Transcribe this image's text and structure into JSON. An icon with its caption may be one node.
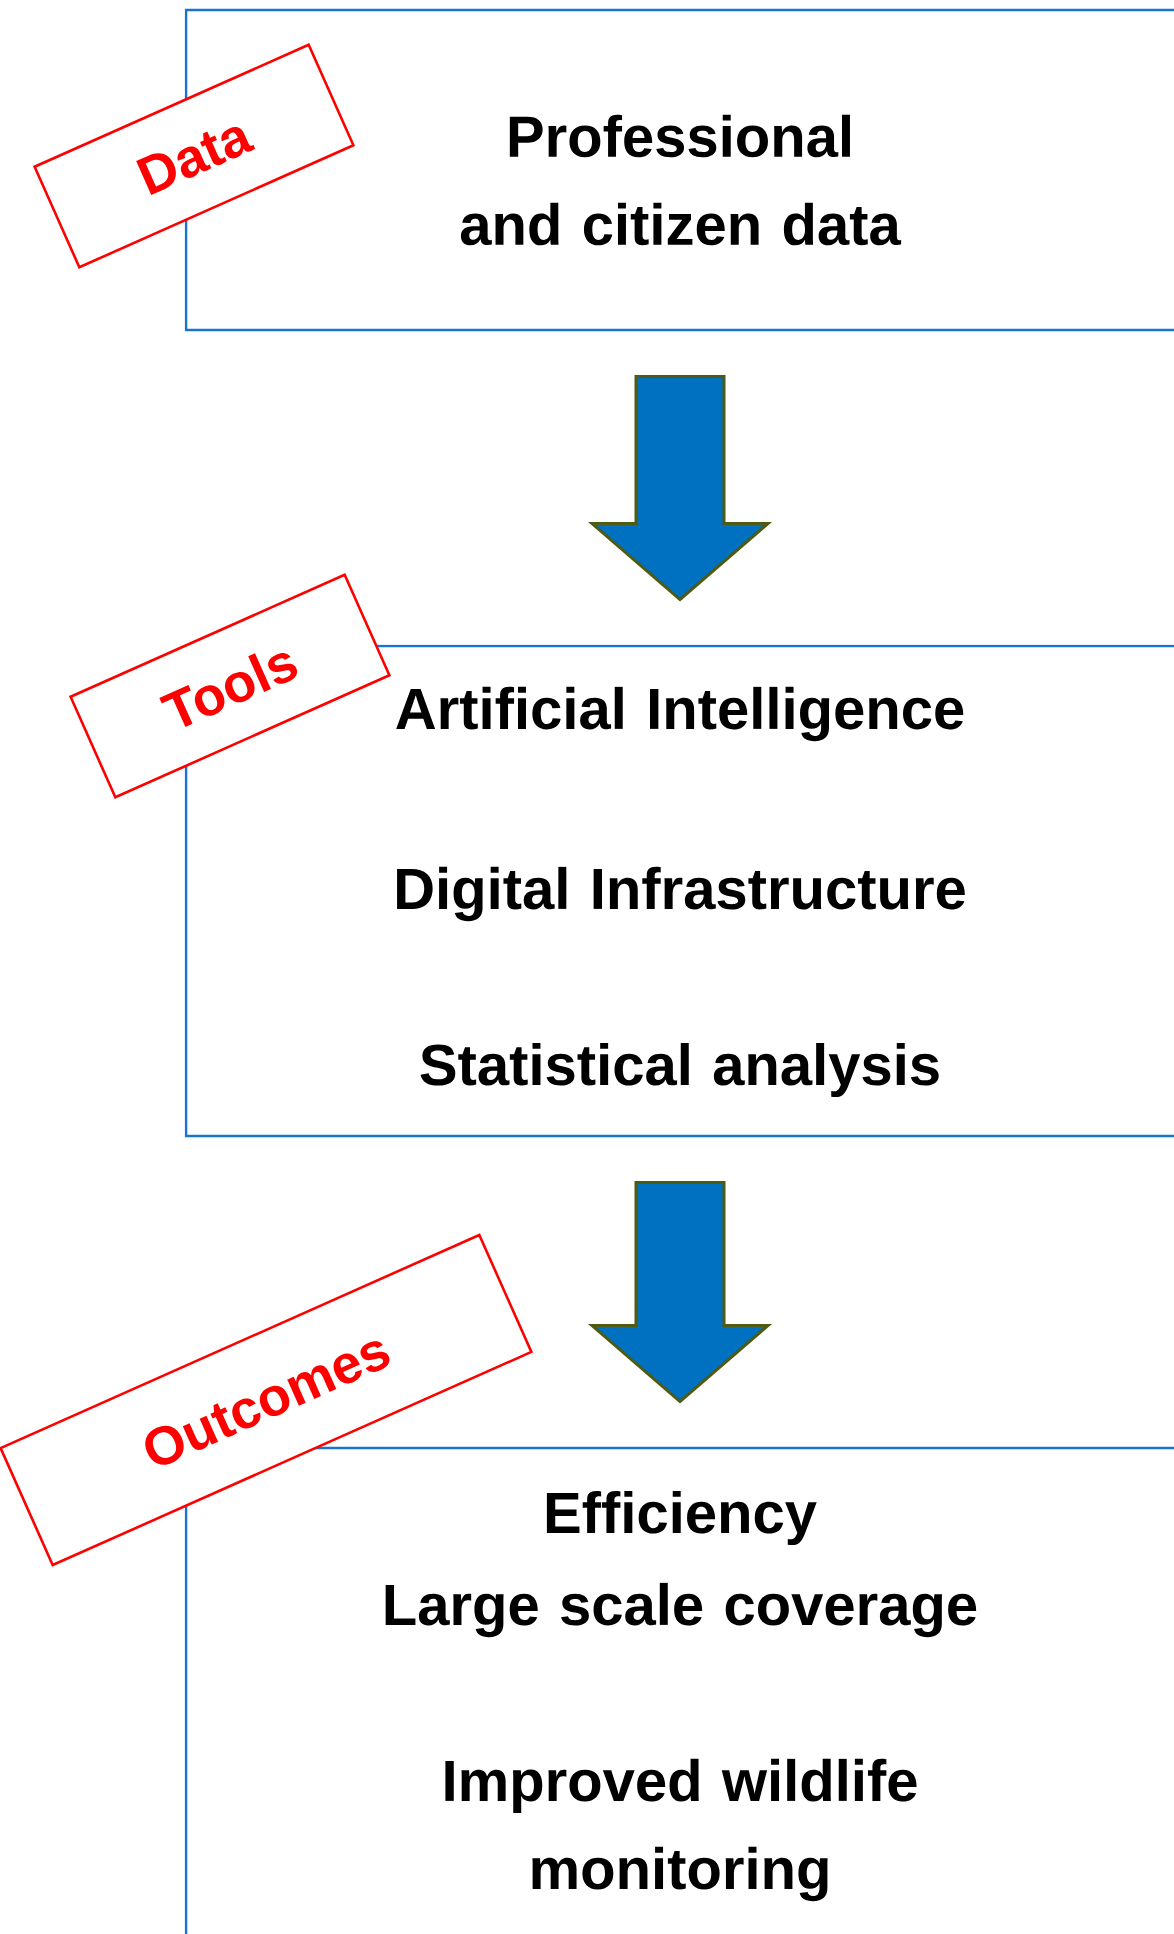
{
  "diagram": {
    "nodes": [
      {
        "text": [
          "Data",
          "Professional and citizen data"
        ]
      },
      {
        "text": [
          "Tools",
          "Artificial Intelligence",
          "Digital Infrastructure",
          "Statistical analysis"
        ]
      },
      {
        "text": [
          "Outcomes",
          "Efficiency",
          "Large scale coverage",
          "Improved wildlife monitoring"
        ]
      }
    ],
    "edges": [
      {
        "from": 0,
        "to": 1,
        "arrow": "to"
      },
      {
        "from": 1,
        "to": 2,
        "arrow": "to"
      }
    ]
  }
}
